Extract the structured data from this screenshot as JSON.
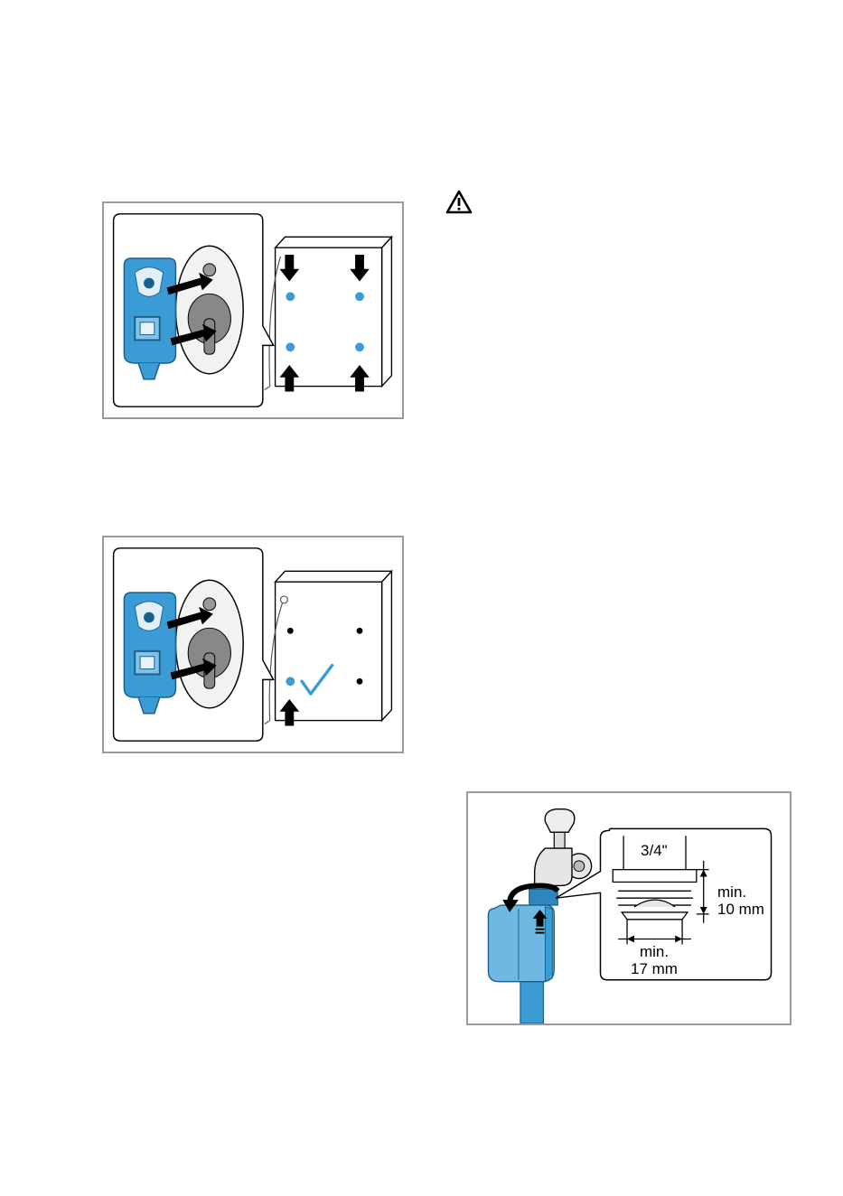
{
  "page": {
    "background": "#ffffff",
    "accent_blue": "#3a9bd5",
    "frame_gray": "#9a9a9a"
  },
  "figures": {
    "bracket_top": {
      "icon": "wall-bracket-mount-illustration"
    },
    "bracket_bottom": {
      "icon": "wall-bracket-verified-illustration"
    },
    "hose_connection": {
      "icon": "tap-hose-connection-illustration",
      "thread_size": "3/4\"",
      "min_height_line1": "min.",
      "min_height_line2": "10 mm",
      "min_width_line1": "min.",
      "min_width_line2": "17 mm"
    }
  },
  "warning": {
    "icon": "warning-triangle-icon"
  }
}
